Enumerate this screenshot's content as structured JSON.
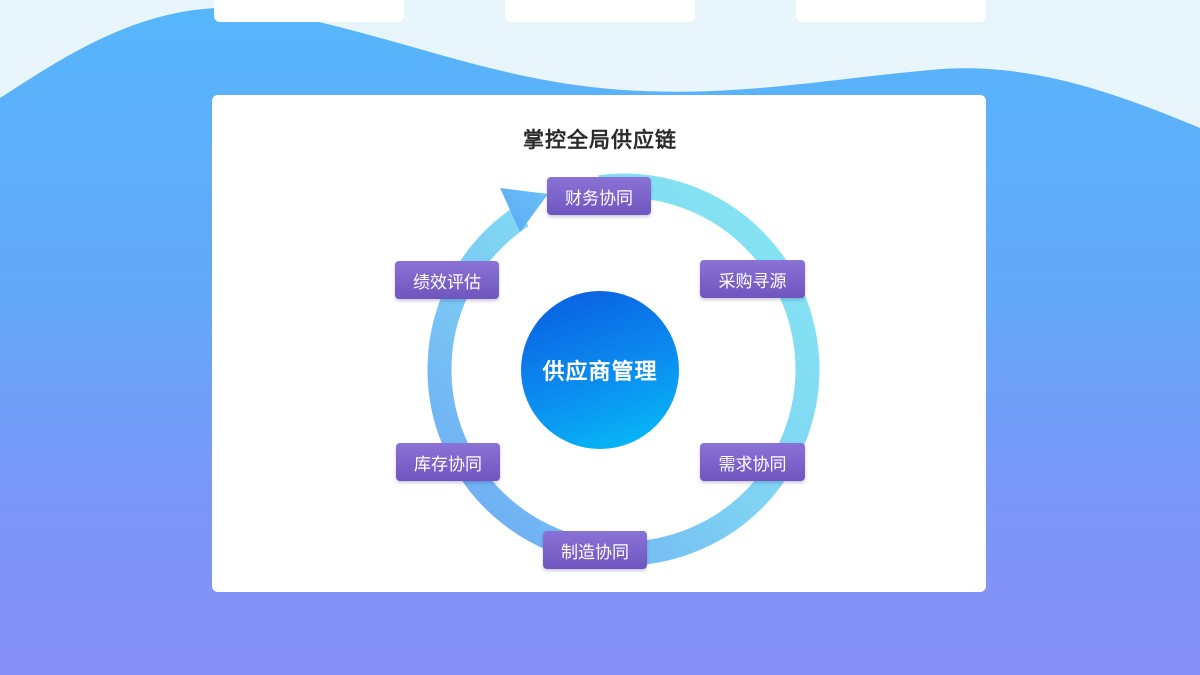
{
  "title": "掌控全局供应链",
  "center_label": "供应商管理",
  "nodes": [
    {
      "label": "财务协同"
    },
    {
      "label": "采购寻源"
    },
    {
      "label": "需求协同"
    },
    {
      "label": "制造协同"
    },
    {
      "label": "库存协同"
    },
    {
      "label": "绩效评估"
    }
  ],
  "colors": {
    "background_top": "#56b6fb",
    "background_bottom": "#8690f7",
    "wave": "#e8f5fb",
    "node_fill": "#7a61c9",
    "ring_light": "#86e8f2",
    "ring_dark": "#6aa6f4",
    "center_start": "#0a5bde",
    "center_end": "#05c1f8"
  }
}
